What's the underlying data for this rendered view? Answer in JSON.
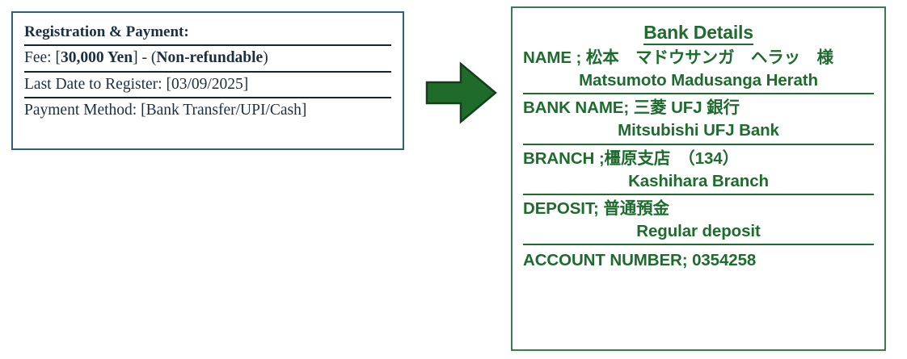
{
  "registration": {
    "heading": "Registration & Payment:",
    "fee": {
      "label": "Fee: [",
      "amount": "30,000 Yen",
      "separator": "] - (",
      "note": "Non-refundable",
      "tail": ")"
    },
    "last_date": "Last Date to Register: [03/09/2025]",
    "payment_method": "Payment Method: [Bank Transfer/UPI/Cash]",
    "border_color": "#2e5f7d",
    "text_color": "#1b2f3f",
    "rule_color": "#17242e"
  },
  "arrow": {
    "direction": "right",
    "fill_color": "#1f6b2a",
    "stroke_color": "#12401a"
  },
  "bank": {
    "title": "Bank Details",
    "name_label": "NAME ; 松本　マドウサンガ　ヘラッ　様",
    "name_romanized": "Matsumoto Madusanga Herath",
    "bank_name_label": "BANK NAME; 三菱 UFJ 銀行",
    "bank_name_romanized": "Mitsubishi UFJ Bank",
    "branch_label": "BRANCH ;橿原支店　（134）",
    "branch_romanized": "Kashihara Branch",
    "deposit_label": "DEPOSIT;  普通預金",
    "deposit_romanized": "Regular deposit",
    "account_number_line": "ACCOUNT NUMBER; 0354258",
    "border_color": "#3d7a4d",
    "text_color": "#1e6b2e"
  }
}
